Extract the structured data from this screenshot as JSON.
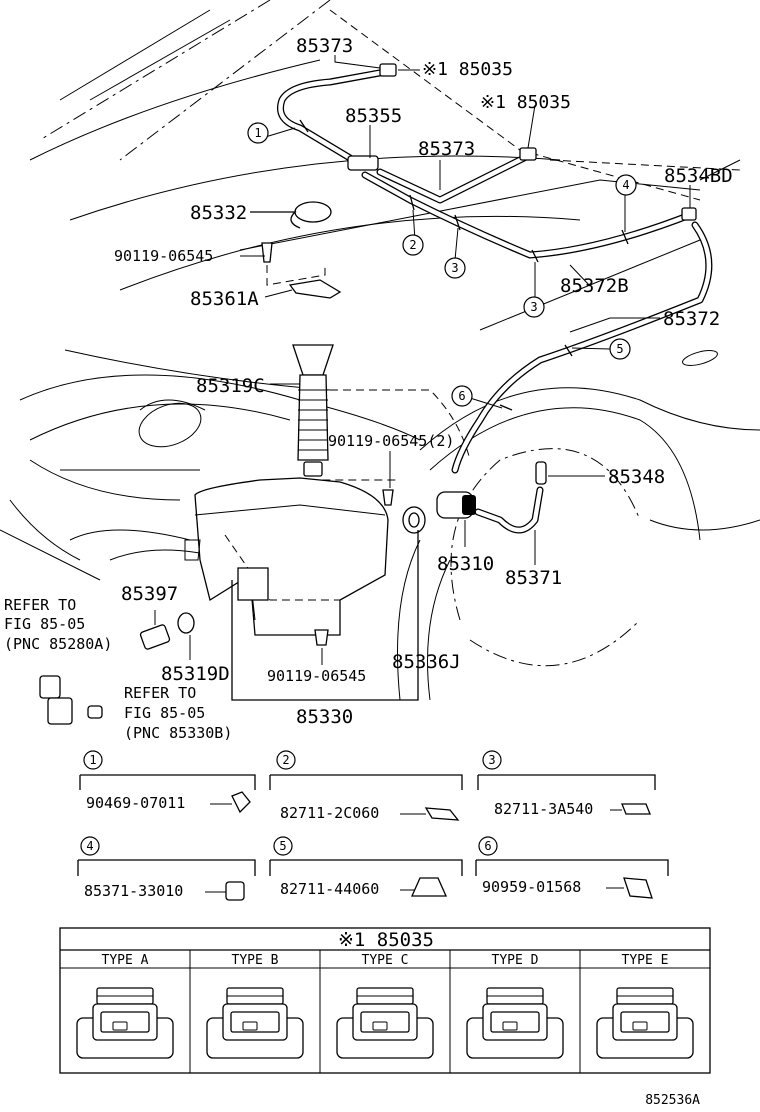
{
  "parts": {
    "p85373_top": "85373",
    "p85035_a": "※1 85035",
    "p85035_b": "※1 85035",
    "p85355": "85355",
    "p85373_mid": "85373",
    "p8534BD": "8534BD",
    "p85332": "85332",
    "p90119_a": "90119-06545",
    "p85361A": "85361A",
    "p85372B": "85372B",
    "p85372": "85372",
    "p85319C": "85319C",
    "p90119_b": "90119-06545(2)",
    "p85348": "85348",
    "p85310": "85310",
    "p85371": "85371",
    "p85397": "85397",
    "p85319D": "85319D",
    "p90119_c": "90119-06545",
    "p85336J": "85336J",
    "p85330": "85330"
  },
  "refs": {
    "ref1": [
      "REFER TO",
      "FIG 85-05",
      "(PNC 85280A)"
    ],
    "ref2": [
      "REFER TO",
      "FIG 85-05",
      "(PNC 85330B)"
    ]
  },
  "callouts": [
    "1",
    "2",
    "3",
    "3",
    "4",
    "5",
    "6"
  ],
  "clips": [
    {
      "num": "1",
      "part": "90469-07011"
    },
    {
      "num": "2",
      "part": "82711-2C060"
    },
    {
      "num": "3",
      "part": "82711-3A540"
    },
    {
      "num": "4",
      "part": "85371-33010"
    },
    {
      "num": "5",
      "part": "82711-44060"
    },
    {
      "num": "6",
      "part": "90959-01568"
    }
  ],
  "type_table": {
    "title": "※1 85035",
    "columns": [
      "TYPE A",
      "TYPE B",
      "TYPE C",
      "TYPE D",
      "TYPE E"
    ]
  },
  "figure_id": "852536A"
}
